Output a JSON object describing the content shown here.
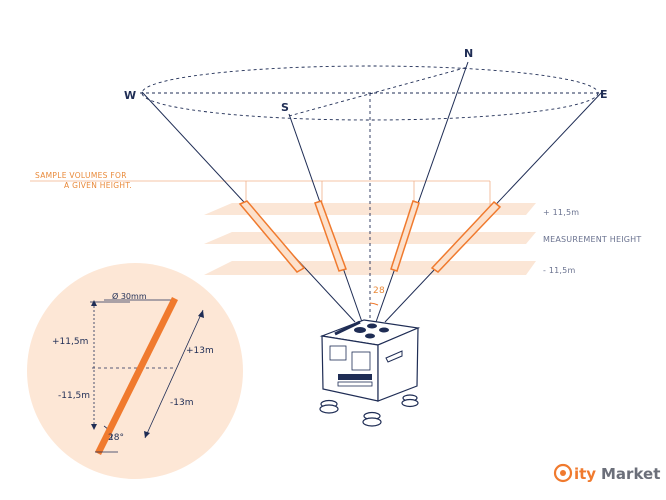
{
  "directions": {
    "north": "N",
    "south": "S",
    "west": "W",
    "east": "E"
  },
  "labels": {
    "sample_volumes_line1": "SAMPLE VOLUMES FOR",
    "sample_volumes_line2": "A GIVEN HEIGHT.",
    "plus_height": "+ 11,5m",
    "measurement_height": "MEASUREMENT HEIGHT",
    "minus_height": "- 11,5m",
    "beam_angle": "28"
  },
  "inset": {
    "diameter": "Ø 30mm",
    "plus_height": "+11,5m",
    "minus_height": "-11,5m",
    "plus_length": "+13m",
    "minus_length": "-13m",
    "angle": "28°"
  },
  "watermark": {
    "part1": "C",
    "part2": "ity",
    "part3": "Market"
  },
  "colors": {
    "navy": "#1f2d55",
    "orange": "#f07a2e",
    "band": "#fbe6d6",
    "inset_bg": "#fde7d6"
  }
}
